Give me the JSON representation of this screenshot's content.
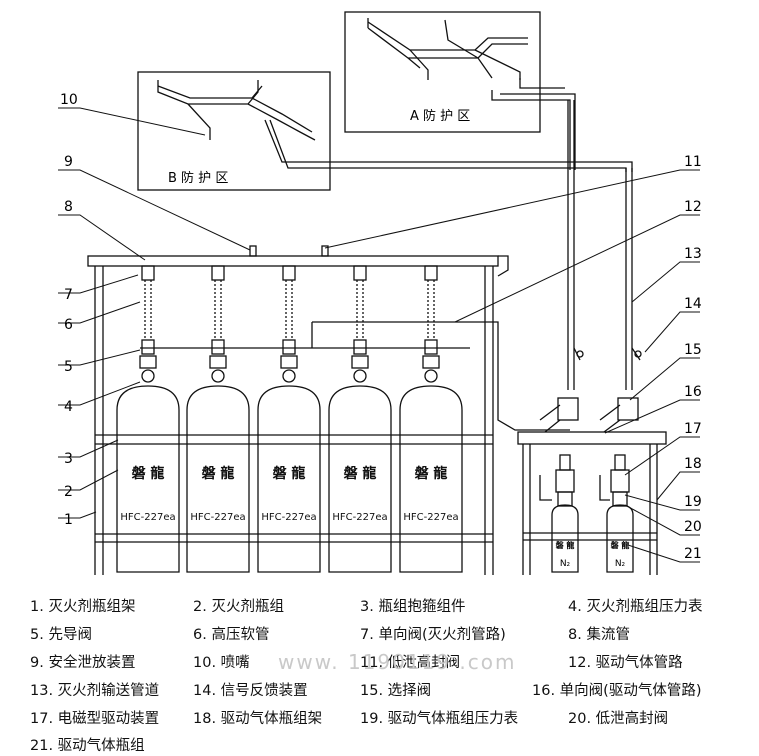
{
  "zones": {
    "a": "A 防 护 区",
    "b": "B 防 护 区"
  },
  "bottle_brand": "磐 龍",
  "bottle_model": "HFC-227ea",
  "driver_gas": "N₂",
  "watermark": "www.  1190119 .com",
  "callouts": [
    "1",
    "2",
    "3",
    "4",
    "5",
    "6",
    "7",
    "8",
    "9",
    "10",
    "11",
    "12",
    "13",
    "14",
    "15",
    "16",
    "17",
    "18",
    "19",
    "20",
    "21"
  ],
  "legend": [
    "1. 灭火剂瓶组架",
    "2. 灭火剂瓶组",
    "3. 瓶组抱箍组件",
    "4. 灭火剂瓶组压力表",
    "5. 先导阀",
    "6. 高压软管",
    "7. 单向阀(灭火剂管路)",
    "8. 集流管",
    "9. 安全泄放装置",
    "10. 喷嘴",
    "11. 低泄高封阀",
    "12. 驱动气体管路",
    "13. 灭火剂输送管道",
    "14. 信号反馈装置",
    "15. 选择阀",
    "16. 单向阀(驱动气体管路)",
    "17. 电磁型驱动装置",
    "18. 驱动气体瓶组架",
    "19. 驱动气体瓶组压力表",
    "20. 低泄高封阀",
    "21. 驱动气体瓶组"
  ]
}
